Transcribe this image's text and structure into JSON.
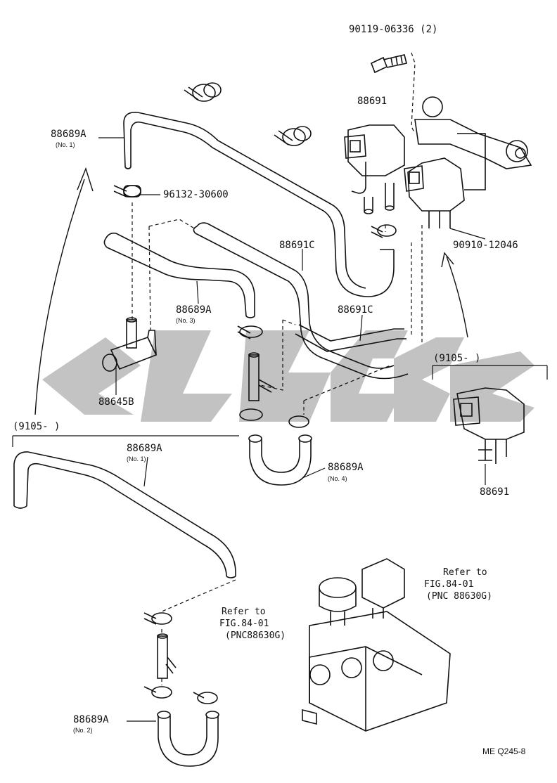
{
  "parts": {
    "bolt": "90119-06336 (2)",
    "vsv_top": "88691",
    "hose_a_no1_top": "88689A",
    "hose_a_no1_top_sub": "(No. 1)",
    "clamp": "96132-30600",
    "hose_c_1": "88691C",
    "hose_c_2": "88691C",
    "hose_a_no3": "88689A",
    "hose_a_no3_sub": "(No. 3)",
    "valve_b": "88645B",
    "hose_a_no1_bottom": "88689A",
    "hose_a_no1_bottom_sub": "(No. 1)",
    "hose_a_no4": "88689A",
    "hose_a_no4_sub": "(No. 4)",
    "connector": "90910-12046",
    "vsv_right": "88691",
    "hose_a_no2": "88689A",
    "hose_a_no2_sub": "(No. 2)"
  },
  "ranges": {
    "left": "(9105-      )",
    "right": "(9105-      )"
  },
  "refs": {
    "ref1_line1": "Refer to",
    "ref1_line2": "FIG.84-01",
    "ref1_line3": "(PNC 88630G)",
    "ref2_line1": "Refer to",
    "ref2_line2": "FIG.84-01",
    "ref2_line3": "(PNC88630G)"
  },
  "footer": {
    "code": "ME  Q245-8"
  },
  "colors": {
    "ink": "#111111",
    "watermark": "#b8b8b8"
  }
}
